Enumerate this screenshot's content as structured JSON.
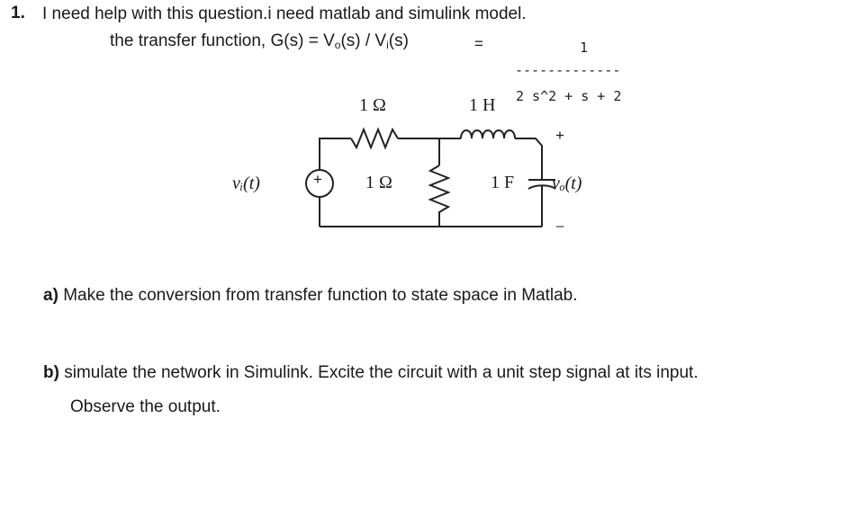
{
  "question": {
    "number": "1.",
    "text": "I need help with this question.i need matlab and simulink model.",
    "tf_prefix": "the transfer function, G(s) = V",
    "tf_sub_o": "o",
    "tf_mid": "(s) / V",
    "tf_sub_i": "i",
    "tf_suffix": "(s)",
    "equals": "=",
    "numerator": "1",
    "fraction_bar": "-------------",
    "denominator": "2 s^2 + s + 2"
  },
  "circuit": {
    "r1_label": "1 Ω",
    "l1_label": "1 H",
    "r2_label": "1 Ω",
    "c1_label": "1 F",
    "vi_label": "vᵢ(t)",
    "vo_label": "vₒ(t)",
    "plus_sign": "+",
    "minus_sign": "–",
    "source_plus": "+"
  },
  "parts": {
    "a_label": "a)",
    "a_text": "Make the conversion from transfer function to state space in Matlab.",
    "b_label": "b)",
    "b_text": "simulate the network in Simulink. Excite the circuit with a unit step signal at its input.",
    "b_text2": "Observe the output."
  }
}
